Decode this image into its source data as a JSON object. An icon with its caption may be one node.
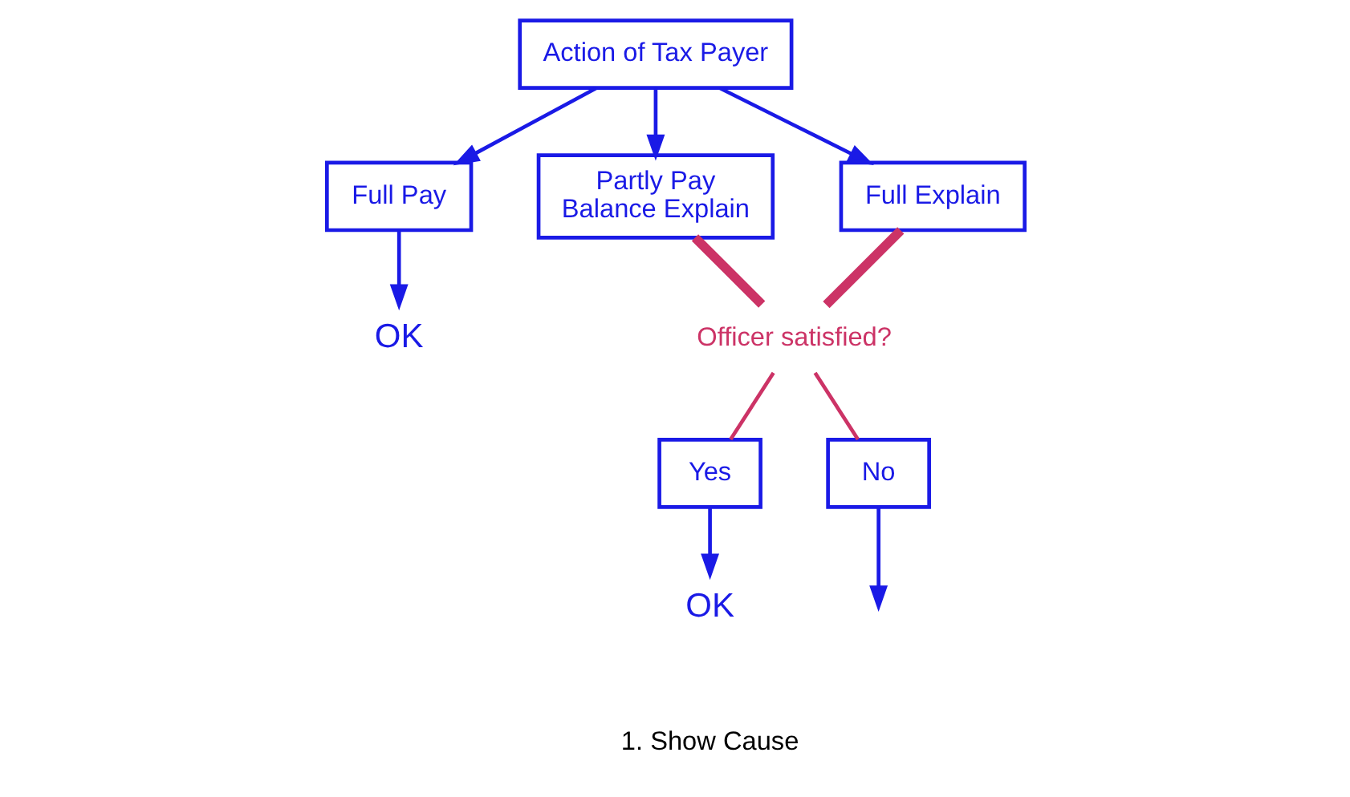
{
  "diagram": {
    "nodes": [
      {
        "text": [
          "Action of Tax Payer"
        ]
      },
      {
        "text": [
          "Full Pay"
        ]
      },
      {
        "text": [
          "Partly Pay",
          "Balance Explain"
        ]
      },
      {
        "text": [
          "Full Explain"
        ]
      },
      {
        "text": [
          "OK"
        ]
      },
      {
        "text": [
          "Officer satisfied?"
        ]
      },
      {
        "text": [
          "Yes"
        ]
      },
      {
        "text": [
          "No"
        ]
      },
      {
        "text": [
          "OK"
        ]
      }
    ],
    "edges": [
      {
        "from": 0,
        "to": 1,
        "arrow": "to"
      },
      {
        "from": 0,
        "to": 2,
        "arrow": "to"
      },
      {
        "from": 0,
        "to": 3,
        "arrow": "to"
      },
      {
        "from": 1,
        "to": 4,
        "arrow": "to"
      },
      {
        "from": 2,
        "to": 5,
        "arrow": "none",
        "style": "thick",
        "color": "#cc3366"
      },
      {
        "from": 3,
        "to": 5,
        "arrow": "none",
        "style": "thick",
        "color": "#cc3366"
      },
      {
        "from": 5,
        "to": 6,
        "arrow": "none",
        "color": "#cc3366"
      },
      {
        "from": 5,
        "to": 7,
        "arrow": "none",
        "color": "#cc3366"
      },
      {
        "from": 6,
        "to": 8,
        "arrow": "to"
      },
      {
        "from": 7,
        "to": null,
        "arrow": "to"
      }
    ],
    "labels": [
      "1. Show Cause"
    ]
  }
}
